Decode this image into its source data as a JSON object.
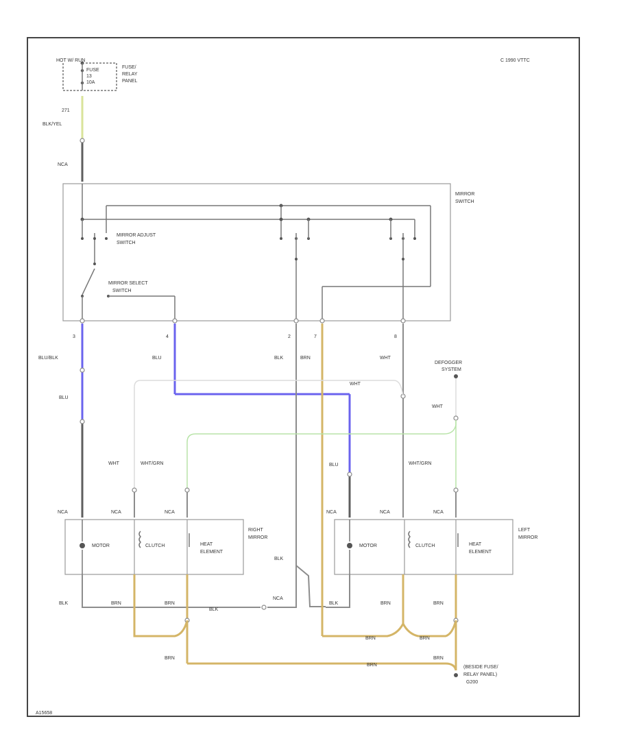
{
  "copyright": "C 1990 VTTC",
  "corner_code": "A15658",
  "fuse": {
    "header": "HOT W/ RUN",
    "fuse_label": "FUSE",
    "fuse_number": "13",
    "fuse_rating": "10A",
    "panel_label": [
      "FUSE/",
      "RELAY",
      "PANEL"
    ]
  },
  "wires": {
    "top_circuit": "271",
    "top_color": "BLK/YEL",
    "nca": "NCA",
    "blu_blk": "BLU/BLK",
    "blu": "BLU",
    "blk": "BLK",
    "brn": "BRN",
    "wht": "WHT",
    "wht_grn": "WHT/GRN"
  },
  "mirror_switch": {
    "title": [
      "MIRROR",
      "SWITCH"
    ],
    "adjust": [
      "MIRROR ADJUST",
      "SWITCH"
    ],
    "select": [
      "MIRROR SELECT",
      "SWITCH"
    ],
    "pins": [
      "3",
      "4",
      "2",
      "7",
      "8"
    ]
  },
  "defogger": [
    "DEFOGGER",
    "SYSTEM"
  ],
  "right_mirror": {
    "title": [
      "RIGHT",
      "MIRROR"
    ],
    "motor": "MOTOR",
    "clutch": "CLUTCH",
    "heat": [
      "HEAT",
      "ELEMENT"
    ]
  },
  "left_mirror": {
    "title": [
      "LEFT",
      "MIRROR"
    ],
    "motor": "MOTOR",
    "clutch": "CLUTCH",
    "heat": [
      "HEAT",
      "ELEMENT"
    ]
  },
  "ground": [
    "(BESIDE FUSE/",
    "RELAY PANEL)",
    "G200"
  ]
}
